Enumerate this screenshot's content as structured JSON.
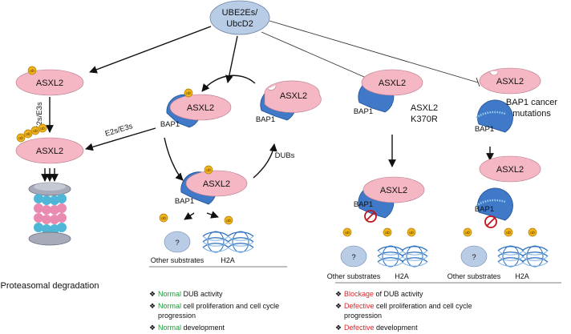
{
  "top_node": {
    "line1": "UBE2Es/",
    "line2": "UbcD2"
  },
  "protein_asxl2": "ASXL2",
  "protein_bap1": "BAP1",
  "ub_label": "ub",
  "left": {
    "enzymes": "E2s/E3s",
    "enzymes_diagonal": "E2s/E3s",
    "proteasome_label": "Proteasomal degradation"
  },
  "center": {
    "dubs": "DUBs",
    "unknown": "?",
    "other_substrates": "Other substrates",
    "h2a": "H2A"
  },
  "mutant1": {
    "line1": "ASXL2",
    "line2": "K370R"
  },
  "mutant2": {
    "line1": "BAP1 cancer",
    "line2": "mutations"
  },
  "right": {
    "other_substrates_1": "Other substrates",
    "h2a_1": "H2A",
    "other_substrates_2": "Other substrates",
    "h2a_2": "H2A"
  },
  "normal_list": [
    {
      "highlight": "Normal",
      "rest": " DUB activity"
    },
    {
      "highlight": "Normal",
      "rest": " cell proliferation and cell cycle",
      "cont": "progression"
    },
    {
      "highlight": "Normal",
      "rest": " development"
    }
  ],
  "defective_list": [
    {
      "highlight": "Blockage",
      "rest": " of DUB activity"
    },
    {
      "highlight": "Defective",
      "rest": " cell proliferation and cell cycle",
      "cont": "progression"
    },
    {
      "highlight": "Defective",
      "rest": " development"
    }
  ],
  "colors": {
    "top_node": "#b9cce6",
    "asxl2": "#f4b7c3",
    "bap1": "#3f79c8",
    "ub": "#f0b41a",
    "normal": "#1f9a3a",
    "defective": "#d8262a",
    "proteasome_pink": "#e98bb0",
    "proteasome_blue": "#4fb6d8",
    "proteasome_gray": "#a7abb9"
  }
}
